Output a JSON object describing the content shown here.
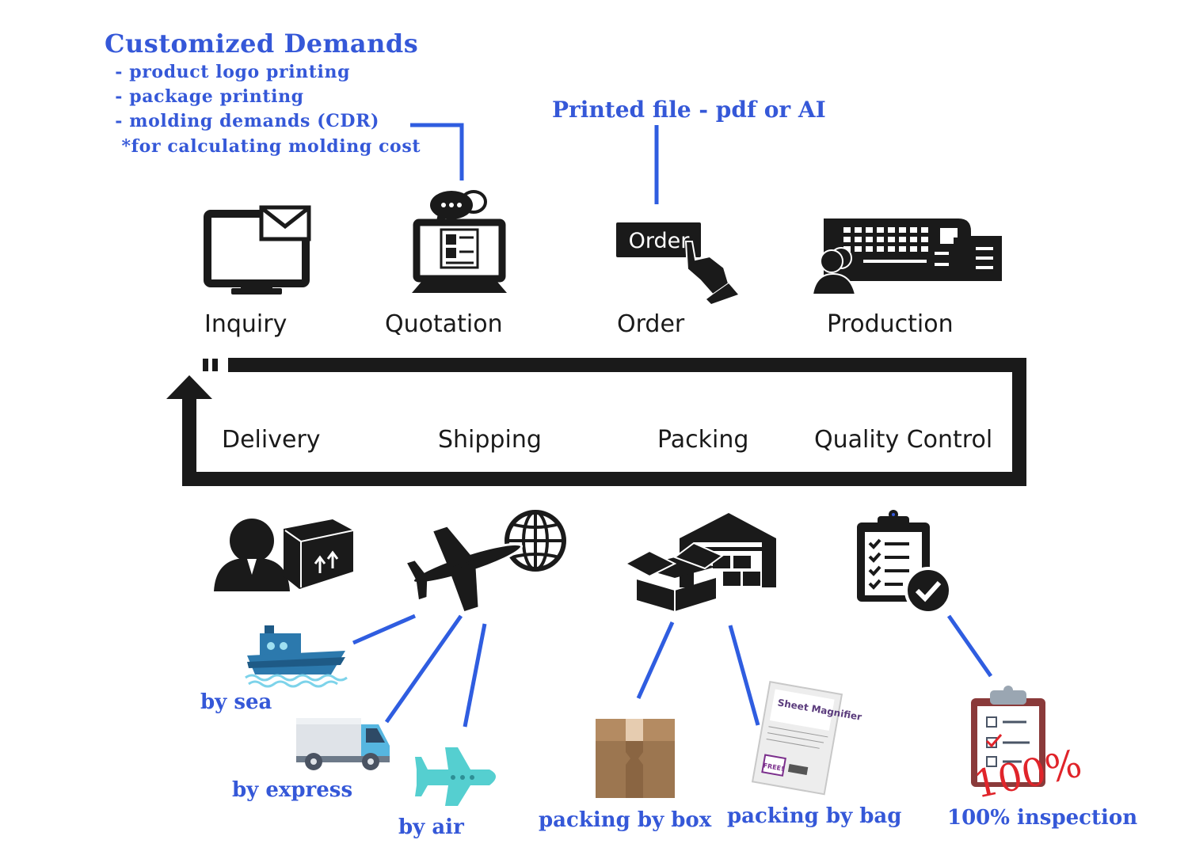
{
  "customized_demands": {
    "title": "Customized Demands",
    "items": [
      " - product logo printing",
      " - package printing",
      " - molding demands (CDR)",
      "  *for calculating molding cost"
    ]
  },
  "printed_file": "Printed file - pdf or AI",
  "top_steps": [
    "Inquiry",
    "Quotation",
    "Order",
    "Production"
  ],
  "order_button_label": "Order",
  "bottom_steps": [
    "Delivery",
    "Shipping",
    "Packing",
    "Quality Control"
  ],
  "shipping_methods": [
    "by sea",
    "by express",
    "by air"
  ],
  "packing_methods": [
    "packing by box",
    "packing by bag"
  ],
  "bag_label": {
    "brand": "Sheet Magnifier",
    "badge": "FREE!"
  },
  "inspection": {
    "stamp": "100%",
    "label": "100% inspection"
  },
  "icons": {
    "inquiry": "monitor-mail-icon",
    "quotation": "computer-chat-icon",
    "order": "order-button-hand-icon",
    "production": "factory-icon",
    "delivery": "person-package-icon",
    "shipping": "airplane-globe-icon",
    "packing": "warehouse-box-icon",
    "quality_control": "clipboard-check-icon",
    "sea": "ship-icon",
    "express": "truck-icon",
    "air": "airplane-icon",
    "box": "cardboard-box-icon",
    "bag": "magnifier-bag-icon",
    "inspection": "clipboard-checklist-icon"
  },
  "colors": {
    "label_blue": "#3558d8",
    "connector_blue": "#2f5de0",
    "icon_black": "#1a1a1a",
    "stamp_red": "#e0242a"
  }
}
